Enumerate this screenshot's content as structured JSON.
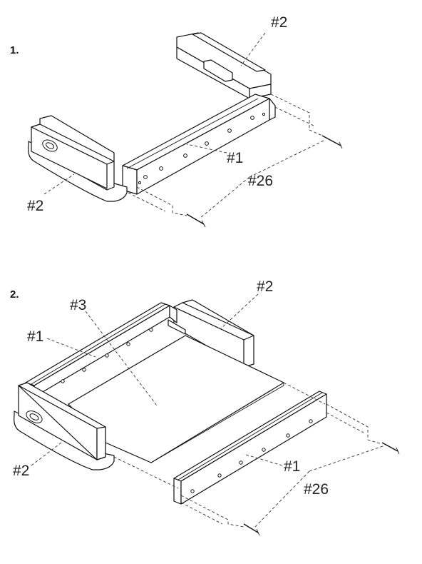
{
  "steps": [
    {
      "number": "1.",
      "callouts": [
        "#2",
        "#1",
        "#26",
        "#2"
      ]
    },
    {
      "number": "2.",
      "callouts": [
        "#2",
        "#3",
        "#1",
        "#1",
        "#26",
        "#2"
      ]
    }
  ]
}
